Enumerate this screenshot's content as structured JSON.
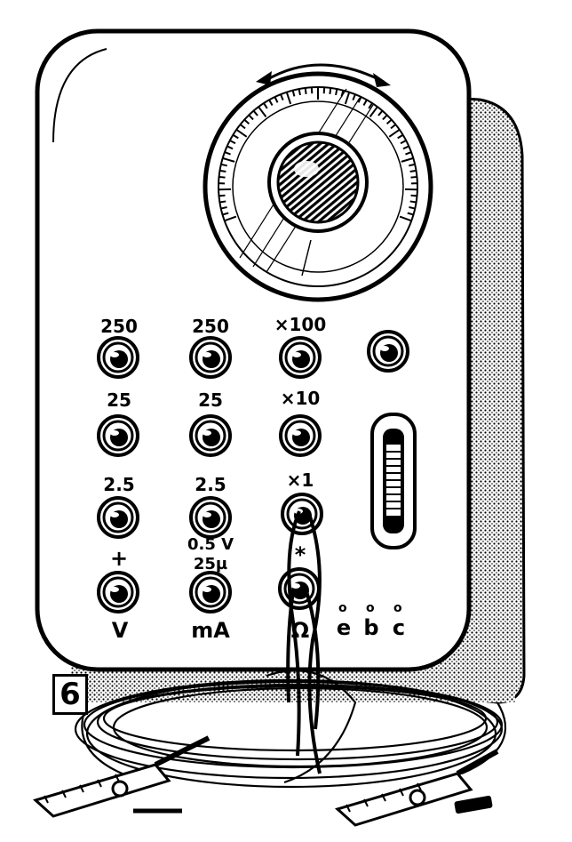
{
  "figure_number": "6",
  "columns": {
    "voltage": {
      "ranges": [
        "250",
        "25",
        "2.5"
      ],
      "polarity_label": "+",
      "unit_label": "V"
    },
    "current": {
      "ranges": [
        "250",
        "25",
        "2.5"
      ],
      "extra_label_1": "0.5 V",
      "extra_label_2": "25µ",
      "unit_label": "mA"
    },
    "resistance": {
      "ranges": [
        "×100",
        "×10",
        "×1"
      ],
      "symbol_label": "*",
      "unit_label": "Ω"
    }
  },
  "transistor_terminals": [
    "e",
    "b",
    "c"
  ],
  "icons": [
    "meter-dial-icon",
    "jack-socket-icon",
    "slider-switch-icon",
    "alligator-clip-icon",
    "cable-coil-icon",
    "rotation-arrow-icon"
  ]
}
